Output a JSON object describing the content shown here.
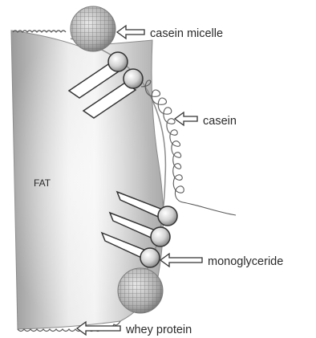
{
  "labels": {
    "fat": "FAT",
    "casein_micelle": "casein micelle",
    "casein": "casein",
    "monoglyceride": "monoglyceride",
    "whey_protein": "whey protein"
  },
  "colors": {
    "fat_edge": "#9c9c9c",
    "fat_center": "#f2f2f2",
    "micelle": "#b5b5b5",
    "protein_line": "#5a5a5a",
    "arrow": "#333333"
  },
  "icons": {
    "casein_micelle_top": "textured-sphere",
    "casein_micelle_bottom": "textured-sphere",
    "monoglyceride_molecules": "lollipop-head-tail"
  }
}
